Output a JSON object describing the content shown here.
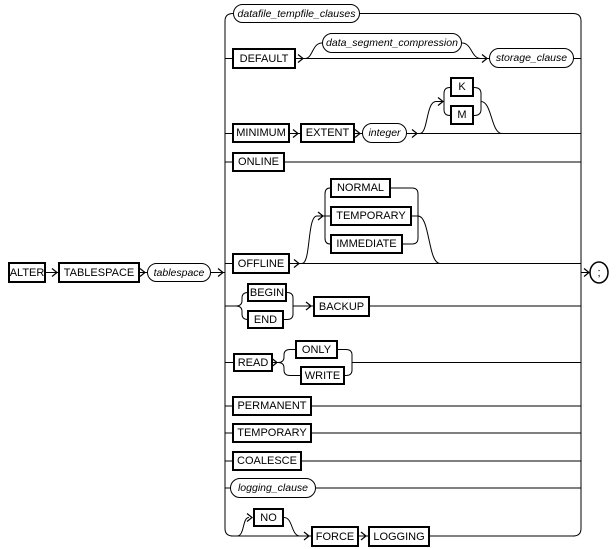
{
  "diagram": {
    "title": "ALTER TABLESPACE railroad syntax diagram",
    "terminator": ";",
    "colors": {
      "line": "#000000",
      "background": "#ffffff",
      "text": "#000000"
    },
    "nodes": {
      "alter": "ALTER",
      "tablespace_keyword": "TABLESPACE",
      "tablespace_param": "tablespace",
      "datafile_tempfile_clauses": "datafile_tempfile_clauses",
      "default_kw": "DEFAULT",
      "data_segment_compression": "data_segment_compression",
      "storage_clause": "storage_clause",
      "minimum": "MINIMUM",
      "extent": "EXTENT",
      "integer_param": "integer",
      "k": "K",
      "m": "M",
      "online": "ONLINE",
      "normal": "NORMAL",
      "temporary_offline": "TEMPORARY",
      "immediate": "IMMEDIATE",
      "offline": "OFFLINE",
      "begin": "BEGIN",
      "end": "END",
      "backup": "BACKUP",
      "read": "READ",
      "only": "ONLY",
      "write": "WRITE",
      "permanent": "PERMANENT",
      "temporary_state": "TEMPORARY",
      "coalesce": "COALESCE",
      "logging_clause": "logging_clause",
      "no": "NO",
      "force": "FORCE",
      "logging": "LOGGING"
    }
  }
}
